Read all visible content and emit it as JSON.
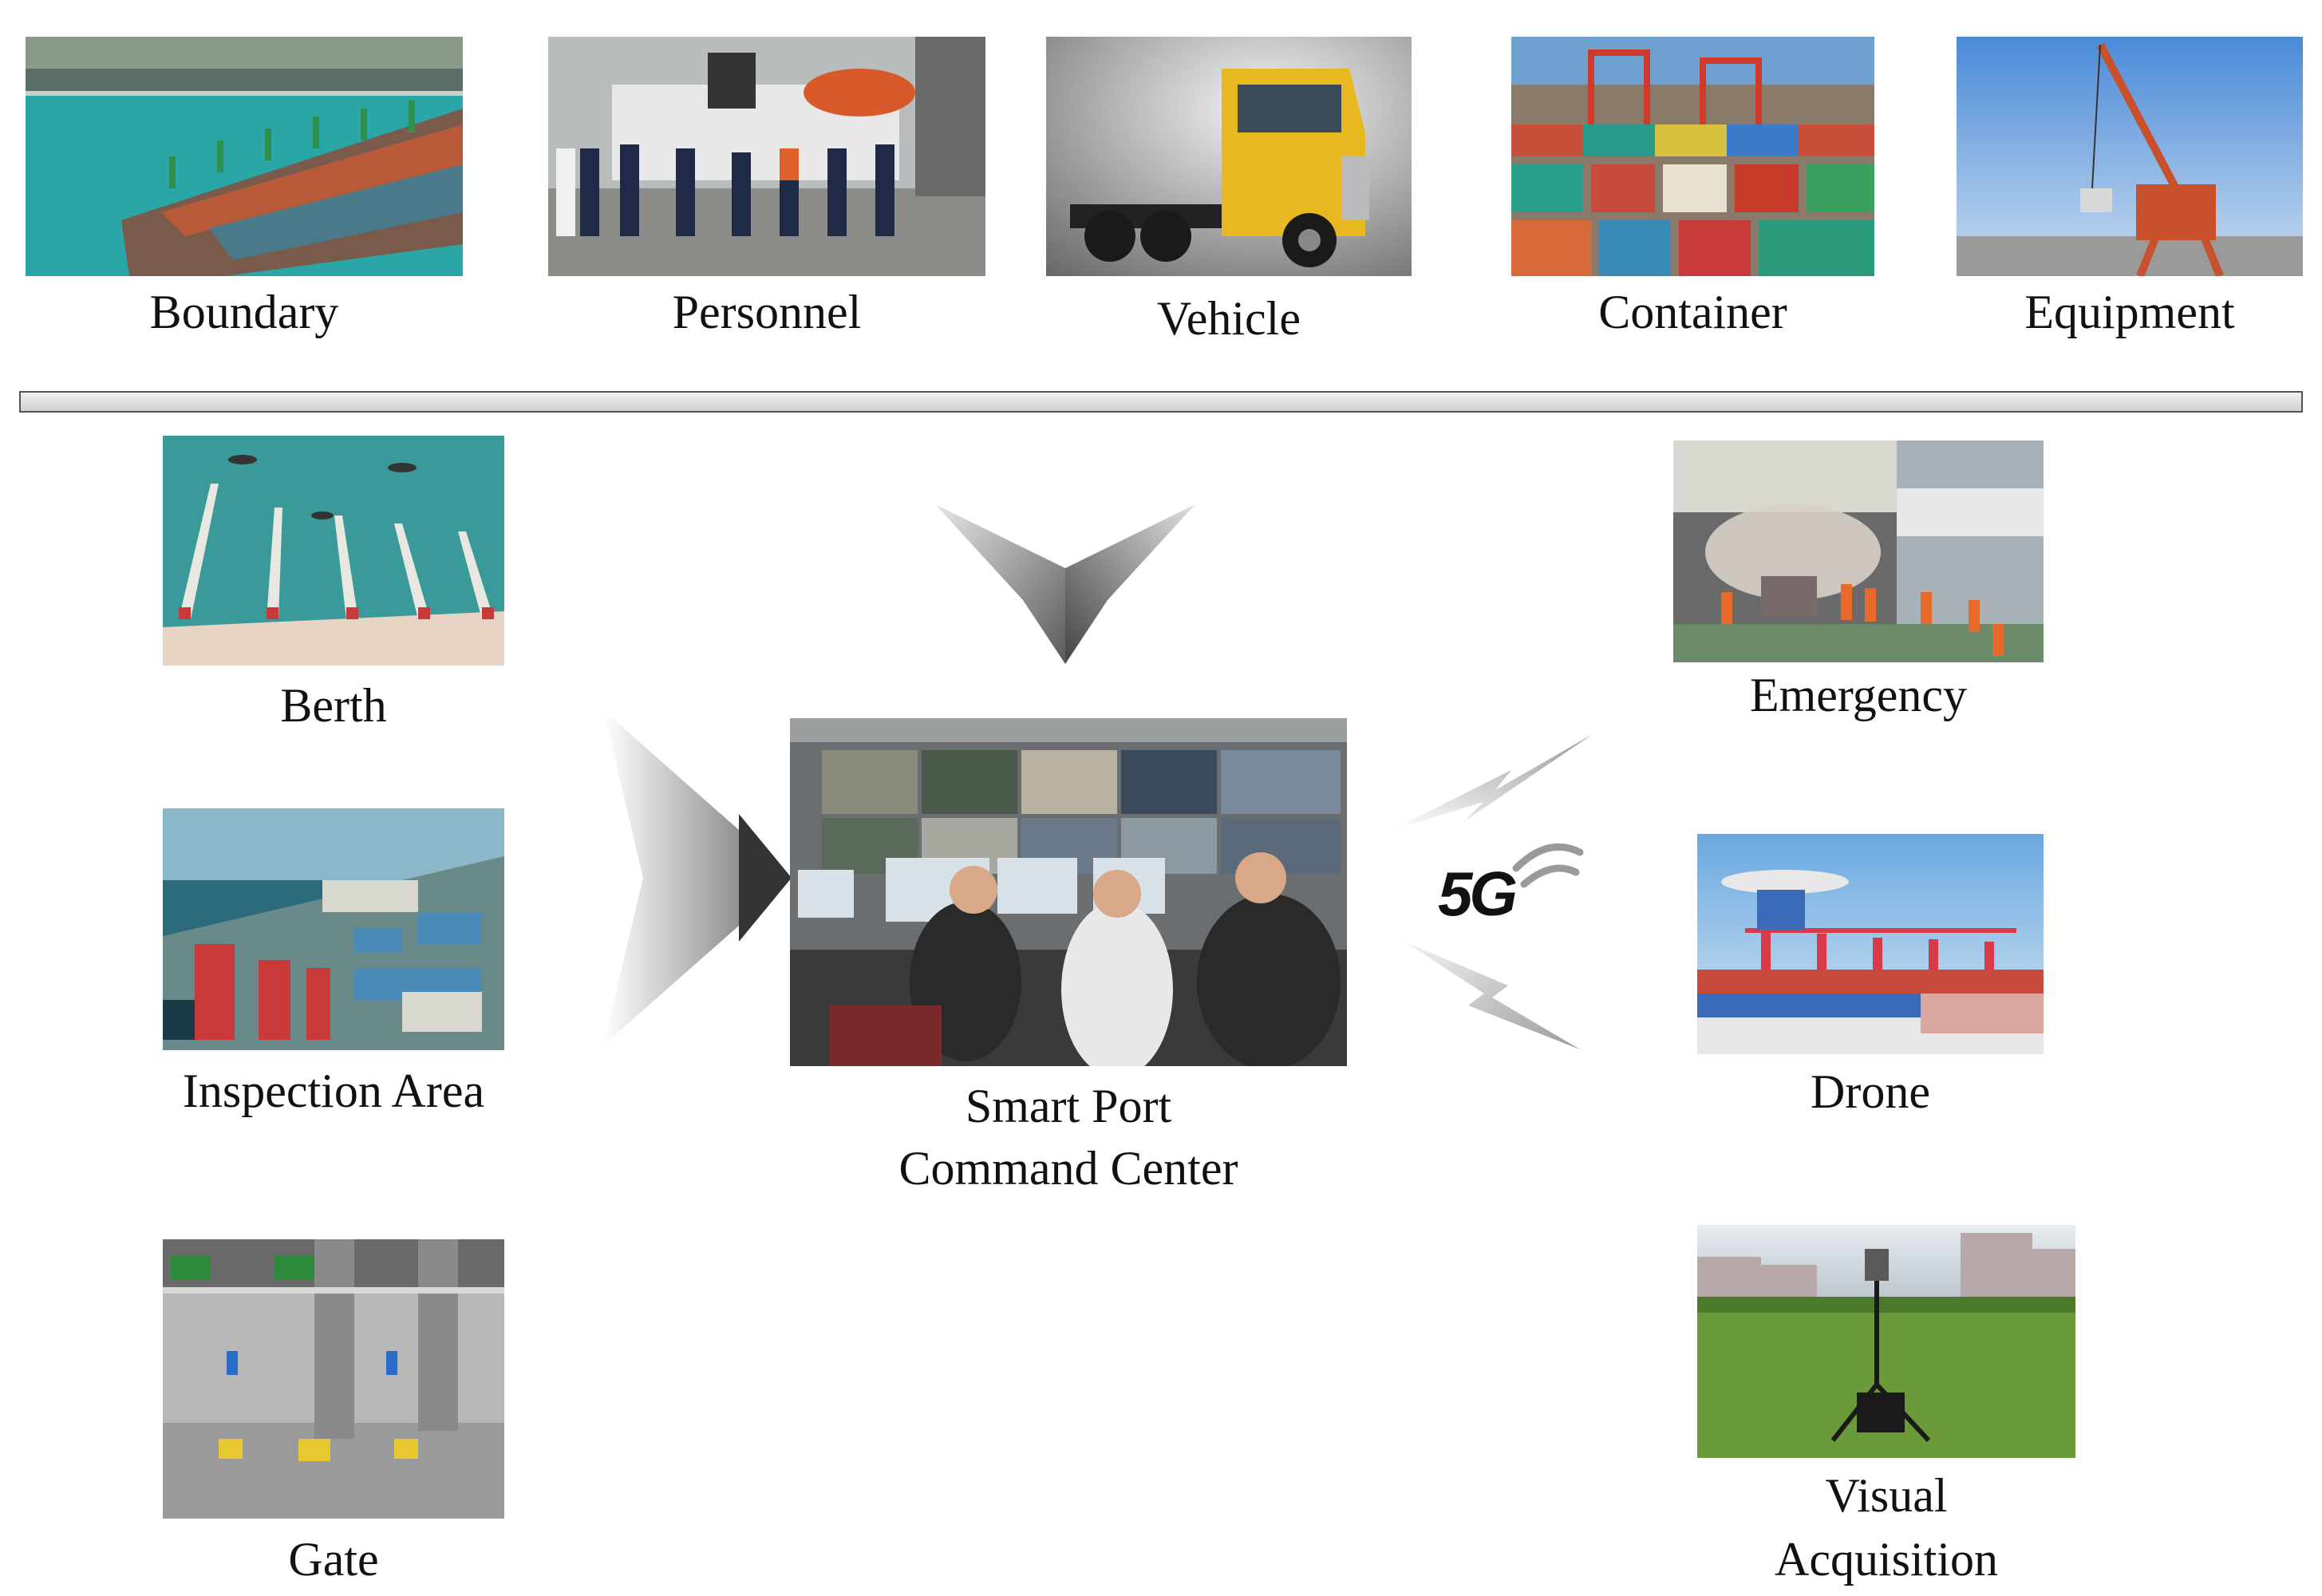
{
  "top_row": [
    {
      "id": "boundary",
      "label": "Boundary"
    },
    {
      "id": "personnel",
      "label": "Personnel"
    },
    {
      "id": "vehicle",
      "label": "Vehicle"
    },
    {
      "id": "container",
      "label": "Container"
    },
    {
      "id": "equipment",
      "label": "Equipment"
    }
  ],
  "left_column": [
    {
      "id": "berth",
      "label": "Berth"
    },
    {
      "id": "inspection-area",
      "label": "Inspection Area"
    },
    {
      "id": "gate",
      "label": "Gate"
    }
  ],
  "center": {
    "label_line1": "Smart Port",
    "label_line2": "Command Center"
  },
  "right_column": [
    {
      "id": "emergency",
      "label": "Emergency"
    },
    {
      "id": "drone",
      "label": "Drone"
    },
    {
      "id": "visual-acquisition",
      "label_line1": "Visual",
      "label_line2": "Acquisition"
    }
  ],
  "network_badge": "5G"
}
